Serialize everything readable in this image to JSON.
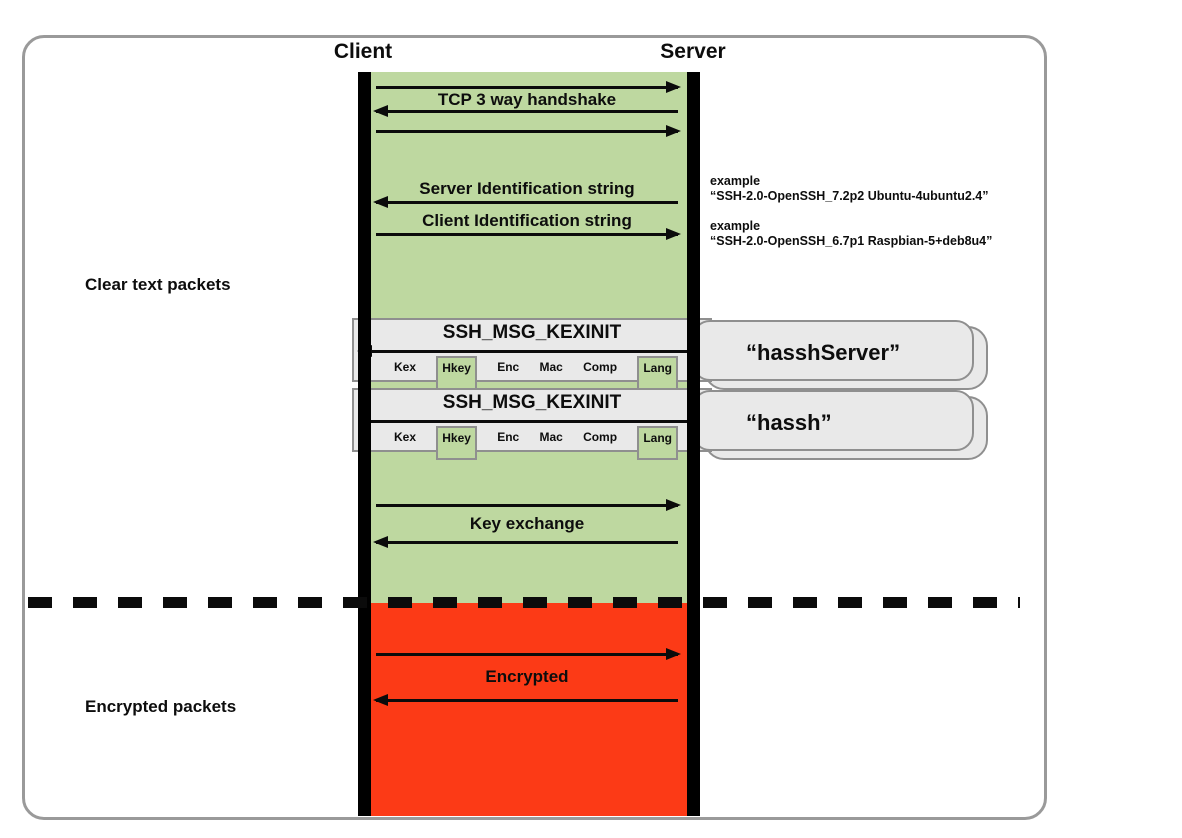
{
  "header": {
    "client": "Client",
    "server": "Server"
  },
  "side_labels": {
    "clear": "Clear text packets",
    "encrypted": "Encrypted packets"
  },
  "tcp": {
    "label": "TCP 3 way handshake"
  },
  "identification": {
    "server_label": "Server Identification string",
    "client_label": "Client Identification string",
    "server_example_caption": "example",
    "server_example": "“SSH-2.0-OpenSSH_7.2p2 Ubuntu-4ubuntu2.4”",
    "client_example_caption": "example",
    "client_example": "“SSH-2.0-OpenSSH_6.7p1 Raspbian-5+deb8u4”"
  },
  "kexinit_server": {
    "title": "SSH_MSG_KEXINIT",
    "fields": [
      "Kex",
      "Hkey",
      "Enc",
      "Mac",
      "Comp",
      "Lang"
    ],
    "highlighted_fields": [
      "Hkey",
      "Lang"
    ],
    "tag": "“hasshServer”"
  },
  "kexinit_client": {
    "title": "SSH_MSG_KEXINIT",
    "fields": [
      "Kex",
      "Hkey",
      "Enc",
      "Mac",
      "Comp",
      "Lang"
    ],
    "highlighted_fields": [
      "Hkey",
      "Lang"
    ],
    "tag": "“hassh”"
  },
  "key_exchange": {
    "label": "Key exchange"
  },
  "encrypted": {
    "label": "Encrypted"
  },
  "colors": {
    "clear_bg": "#bed8a0",
    "encrypted_bg": "#fc3a16",
    "panel_bg": "#e9e9e9",
    "panel_border": "#8f8f8f",
    "lifeline": "#000000"
  }
}
